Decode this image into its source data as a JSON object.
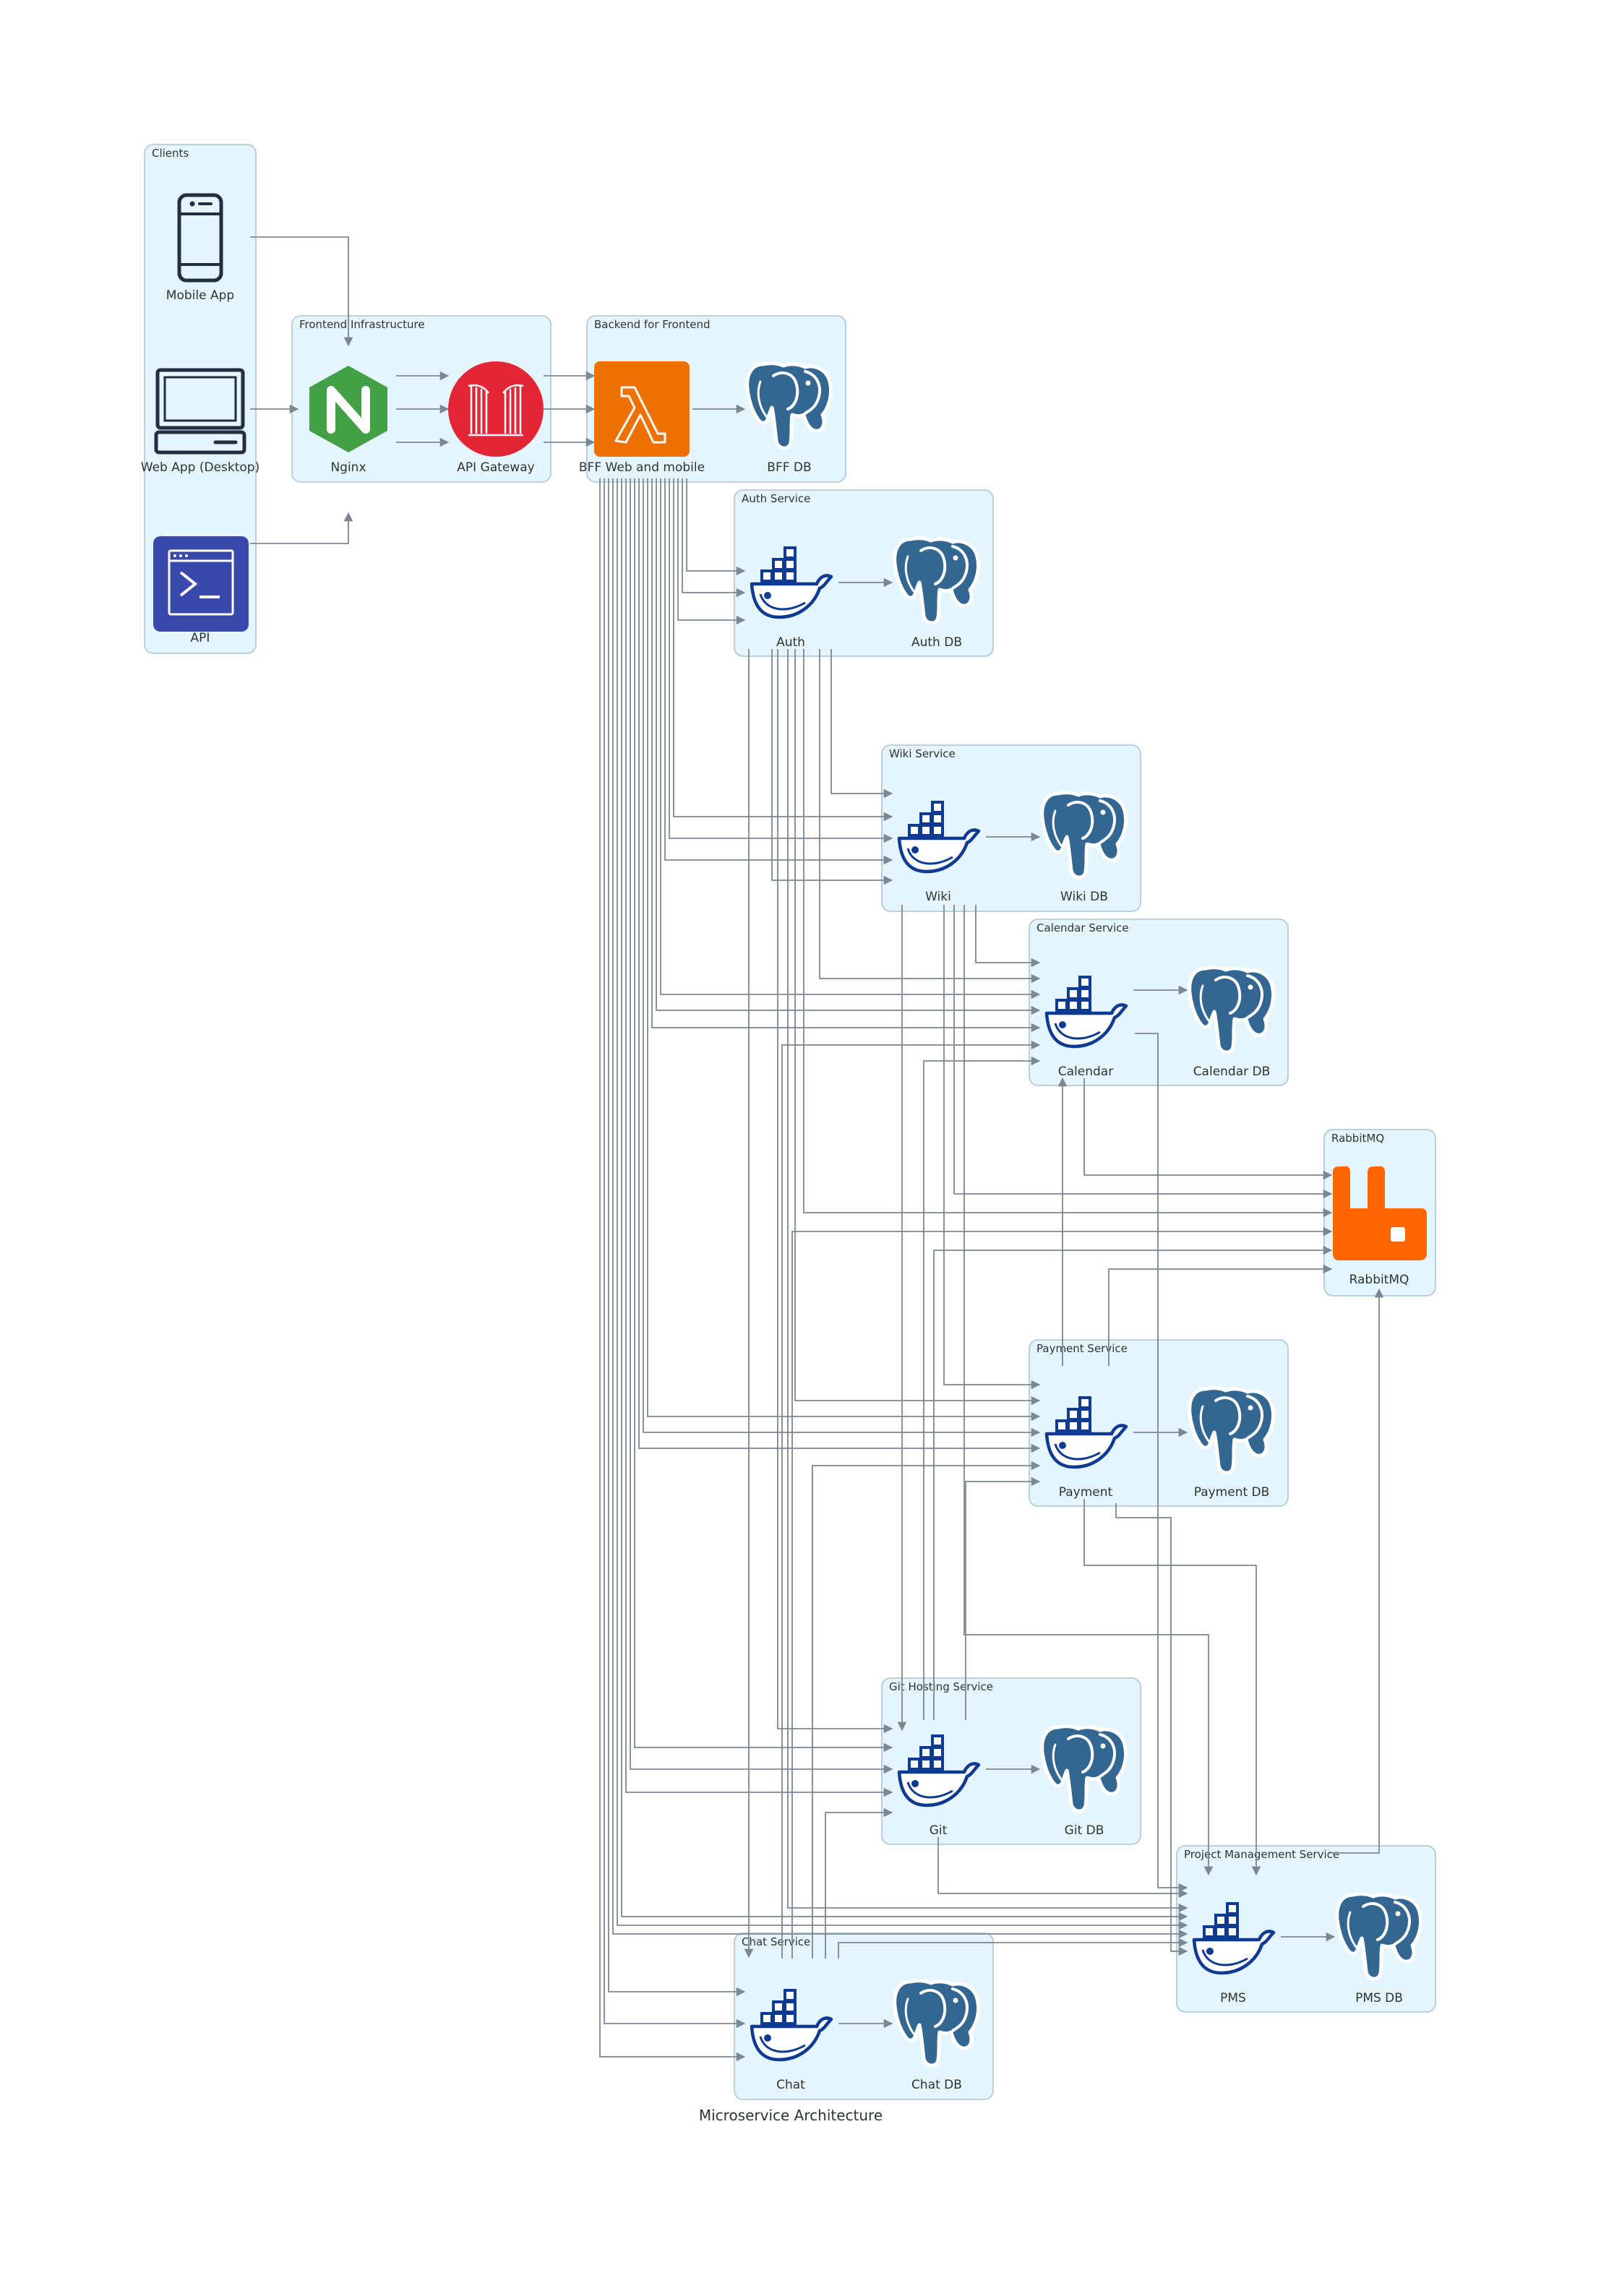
{
  "title": "Microservice Architecture",
  "colors": {
    "cluster_fill": "#e5f5fd",
    "cluster_border": "#aec4d4",
    "edge": "#7b8894",
    "nginx": "#43a047",
    "api_gateway": "#e32636",
    "lambda": "#ed7100",
    "postgres": "#336791",
    "docker": "#0d3b94",
    "rabbitmq": "#ff6600",
    "api_icon": "#3949ab"
  },
  "clusters": {
    "clients": "Clients",
    "frontend": "Frontend Infrastructure",
    "bff": "Backend for Frontend",
    "auth": "Auth Service",
    "wiki": "Wiki Service",
    "calendar": "Calendar Service",
    "rabbitmq": "RabbitMQ",
    "payment": "Payment Service",
    "git": "Git Hosting Service",
    "pms": "Project Management Service",
    "chat": "Chat Service"
  },
  "nodes": {
    "mobile": {
      "label": "Mobile App",
      "icon": "mobile-phone-icon"
    },
    "webapp": {
      "label": "Web App (Desktop)",
      "icon": "desktop-computer-icon"
    },
    "api": {
      "label": "API",
      "icon": "terminal-icon"
    },
    "nginx": {
      "label": "Nginx",
      "icon": "nginx-icon"
    },
    "gateway": {
      "label": "API Gateway",
      "icon": "api-gateway-icon"
    },
    "bff": {
      "label": "BFF Web and mobile",
      "icon": "aws-lambda-icon"
    },
    "bffdb": {
      "label": "BFF DB",
      "icon": "postgresql-icon"
    },
    "auth": {
      "label": "Auth",
      "icon": "docker-icon"
    },
    "authdb": {
      "label": "Auth DB",
      "icon": "postgresql-icon"
    },
    "wiki": {
      "label": "Wiki",
      "icon": "docker-icon"
    },
    "wikidb": {
      "label": "Wiki DB",
      "icon": "postgresql-icon"
    },
    "calendar": {
      "label": "Calendar",
      "icon": "docker-icon"
    },
    "calendardb": {
      "label": "Calendar DB",
      "icon": "postgresql-icon"
    },
    "rabbitmq": {
      "label": "RabbitMQ",
      "icon": "rabbitmq-icon"
    },
    "payment": {
      "label": "Payment",
      "icon": "docker-icon"
    },
    "paymentdb": {
      "label": "Payment DB",
      "icon": "postgresql-icon"
    },
    "git": {
      "label": "Git",
      "icon": "docker-icon"
    },
    "gitdb": {
      "label": "Git DB",
      "icon": "postgresql-icon"
    },
    "pms": {
      "label": "PMS",
      "icon": "docker-icon"
    },
    "pmsdb": {
      "label": "PMS DB",
      "icon": "postgresql-icon"
    },
    "chat": {
      "label": "Chat",
      "icon": "docker-icon"
    },
    "chatdb": {
      "label": "Chat DB",
      "icon": "postgresql-icon"
    }
  }
}
